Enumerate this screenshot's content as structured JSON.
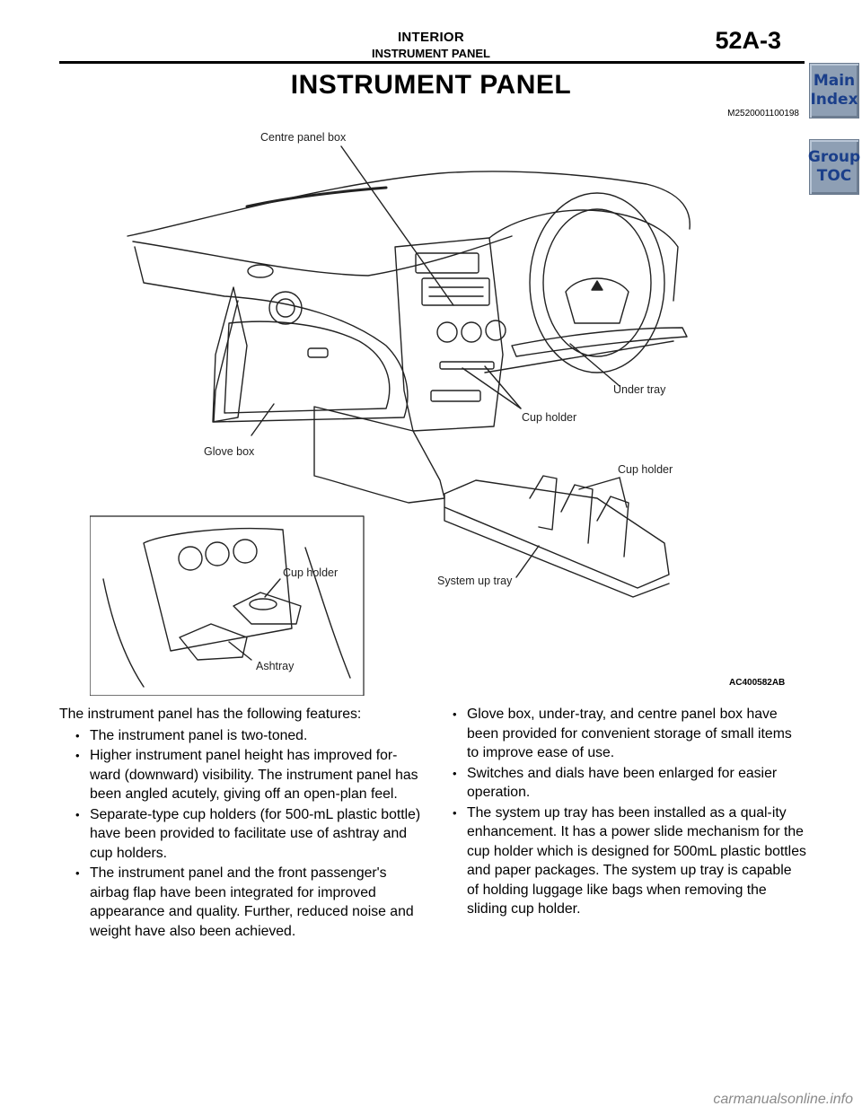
{
  "header": {
    "section": "INTERIOR",
    "subsection": "INSTRUMENT PANEL",
    "page_number": "52A-3"
  },
  "nav": {
    "main_index": "Main\nIndex",
    "group_toc": "Group\nTOC"
  },
  "title": "INSTRUMENT PANEL",
  "doc_code": "M2520001100198",
  "figure": {
    "labels": {
      "centre_panel_box": "Centre panel box",
      "under_tray": "Under tray",
      "cup_holder_main": "Cup holder",
      "glove_box": "Glove box",
      "cup_holder_tray": "Cup holder",
      "system_up_tray": "System up tray",
      "cup_holder_inset": "Cup holder",
      "ashtray": "Ashtray"
    },
    "code": "AC400582AB"
  },
  "body": {
    "intro": "The instrument panel has the following features:",
    "left_items": [
      "The instrument panel is two-toned.",
      "Higher instrument panel height has improved for-ward (downward) visibility. The instrument panel has been angled acutely, giving off an open-plan feel.",
      "Separate-type cup holders (for 500-mL plastic bottle) have been provided to facilitate use of ashtray and cup holders.",
      "The instrument panel and the front passenger's airbag flap have been integrated for improved appearance and quality. Further, reduced noise and weight have also been achieved."
    ],
    "right_items": [
      "Glove box, under-tray, and centre panel box have been provided for convenient storage of small items to improve ease of use.",
      "Switches and dials have been enlarged for easier operation.",
      "The system up tray has been installed as a qual-ity enhancement. It has a power slide mechanism for the cup holder which is designed for 500mL plastic bottles and paper packages. The system up tray is capable of holding luggage like bags when removing the sliding cup holder."
    ]
  },
  "watermark": "carmanualsonline.info"
}
